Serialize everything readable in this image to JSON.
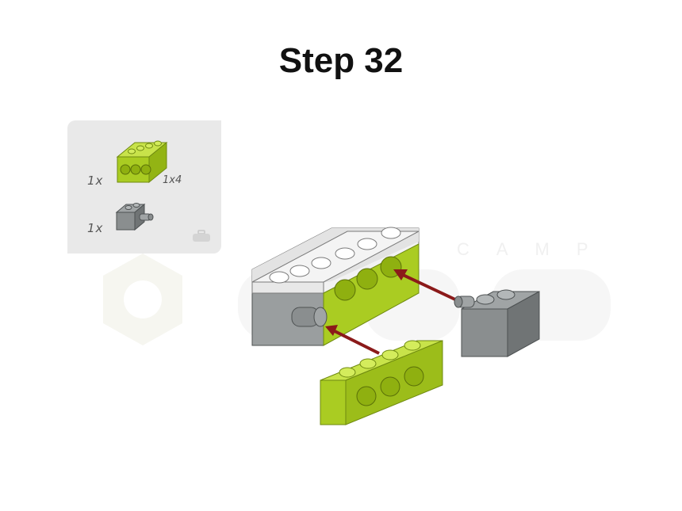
{
  "step": {
    "title": "Step 32"
  },
  "parts_list": {
    "items": [
      {
        "quantity": "1x",
        "size_label": "1x4",
        "part": "lime-technic-brick-1x4",
        "color": "#aacc22"
      },
      {
        "quantity": "1x",
        "size_label": "",
        "part": "gray-brick-1x2-with-pin",
        "color": "#8a8e8f"
      }
    ]
  },
  "watermark": {
    "text": "CAMP"
  },
  "colors": {
    "lime": "#aacc22",
    "gray": "#8a8e8f",
    "white_brick": "#f2f2f2",
    "arrow": "#8b1a1a",
    "panel": "#e9e9e9"
  }
}
